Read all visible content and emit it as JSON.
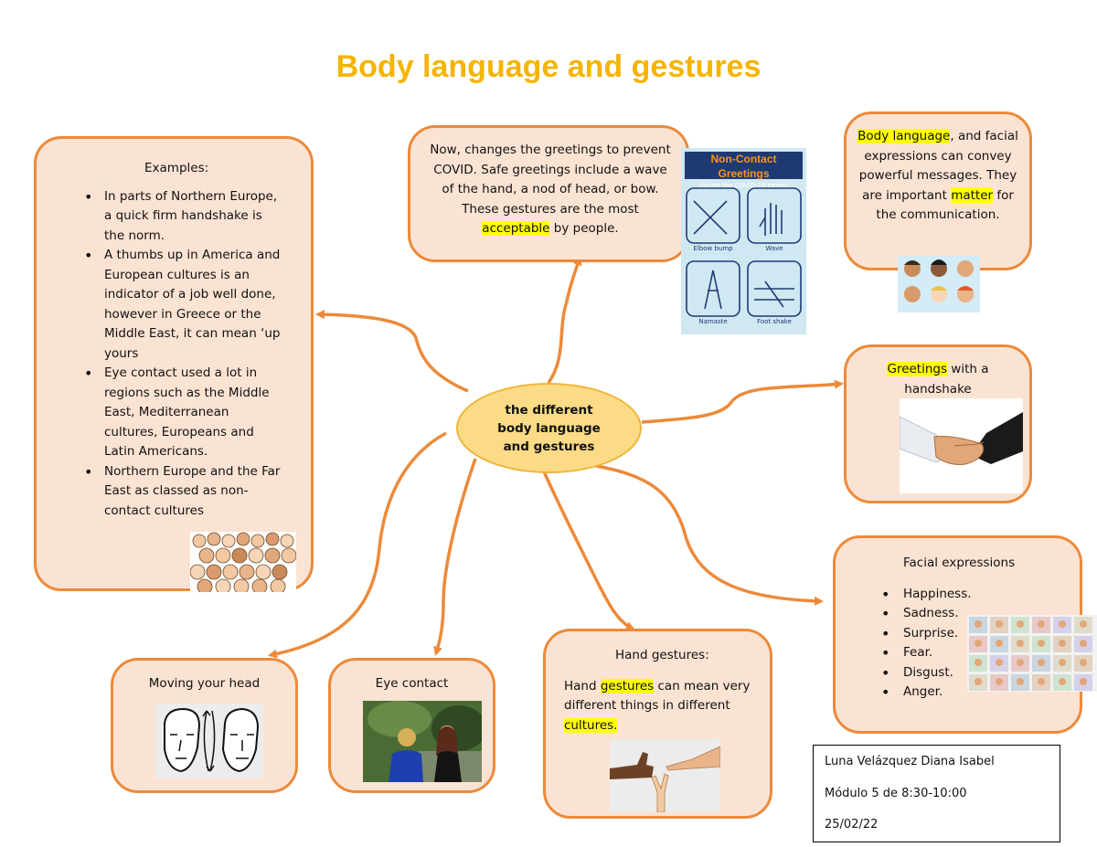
{
  "title": "Body language and gestures",
  "center": {
    "line1": "the different",
    "line2": "body language",
    "line3": "and gestures"
  },
  "examples": {
    "heading": "Examples:",
    "items": [
      "In parts of Northern Europe, a quick firm handshake is the norm.",
      "A thumbs up in America and European cultures is an indicator of a job well done, however in Greece or the Middle East, it can mean ‘up yours",
      "Eye contact used a lot in regions such as the Middle East, Mediterranean cultures, Europeans and Latin Americans.",
      "Northern Europe and the Far East as classed as non-contact cultures"
    ]
  },
  "covid": {
    "text_before": "Now, changes the greetings to prevent COVID. Safe greetings include a wave of the hand, a nod of head, or bow. These gestures are the most ",
    "highlight": "acceptable",
    "text_after": " by people.",
    "poster": {
      "title": "Non-Contact Greetings",
      "subtitle": "during the COVID-19 period",
      "labels": [
        "Elbow bump",
        "Wave",
        "Namaste",
        "Foot shake"
      ]
    }
  },
  "body_language": {
    "highlight1": "Body language",
    "text1": ", and facial expressions can convey powerful messages. They are important ",
    "highlight2": "matter",
    "text2": " for the communication."
  },
  "greetings": {
    "highlight": "Greetings",
    "text": " with a handshake"
  },
  "facial": {
    "heading": "Facial expressions",
    "items": [
      "Happiness.",
      "Sadness.",
      "Surprise.",
      "Fear.",
      "Disgust.",
      "Anger."
    ]
  },
  "hand": {
    "heading": "Hand gestures:",
    "text1": "Hand ",
    "highlight1": "gestures",
    "text2": " can mean very different things in different ",
    "highlight2": "cultures."
  },
  "eye": {
    "heading": "Eye contact"
  },
  "head": {
    "heading": "Moving your head"
  },
  "signature": {
    "name": "Luna Velázquez Diana Isabel",
    "module": "Módulo 5 de 8:30-10:00",
    "date": "25/02/22"
  },
  "colors": {
    "title": "#f4b400",
    "box_fill": "#fbe3d3",
    "box_border": "#ec8a3a",
    "center_fill": "#fbdb86",
    "arrow": "#ec8a3a",
    "highlight": "#ffff00"
  }
}
